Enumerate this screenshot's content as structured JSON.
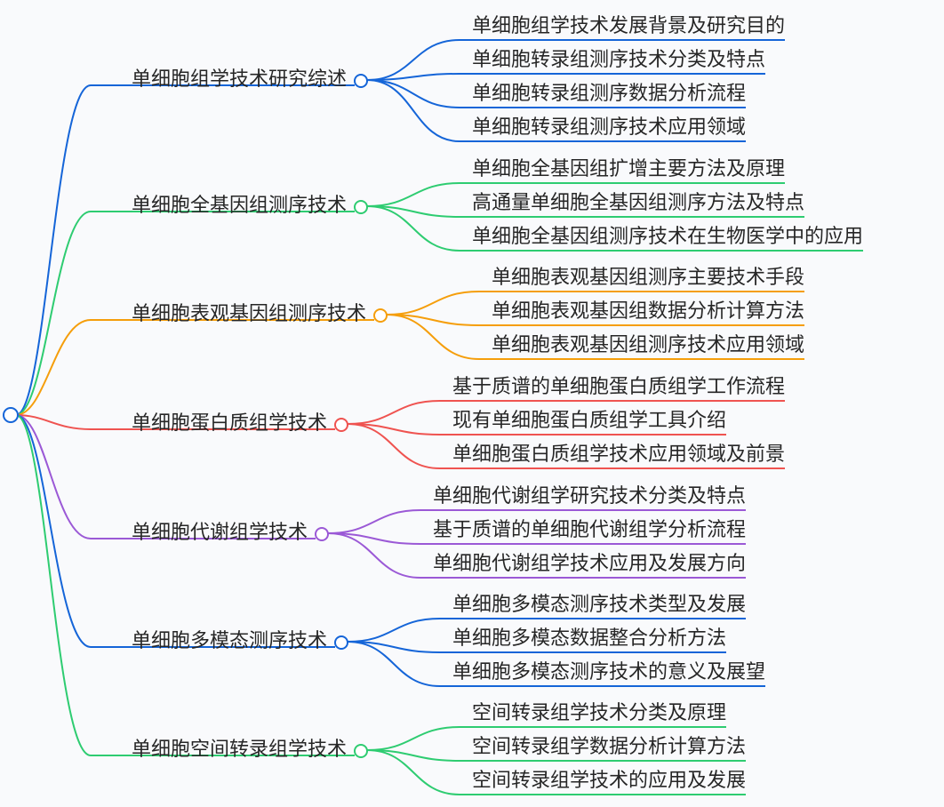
{
  "mindmap": {
    "root": {
      "label": ""
    },
    "branches": [
      {
        "label": "单细胞组学技术研究综述",
        "color": "#1565d8",
        "children": [
          "单细胞组学技术发展背景及研究目的",
          "单细胞转录组测序技术分类及特点",
          "单细胞转录组测序数据分析流程",
          "单细胞转录组测序技术应用领域"
        ]
      },
      {
        "label": "单细胞全基因组测序技术",
        "color": "#2ecc71",
        "children": [
          "单细胞全基因组扩增主要方法及原理",
          "高通量单细胞全基因组测序方法及特点",
          "单细胞全基因组测序技术在生物医学中的应用"
        ]
      },
      {
        "label": "单细胞表观基因组测序技术",
        "color": "#f59e0b",
        "children": [
          "单细胞表观基因组测序主要技术手段",
          "单细胞表观基因组数据分析计算方法",
          "单细胞表观基因组测序技术应用领域"
        ]
      },
      {
        "label": "单细胞蛋白质组学技术",
        "color": "#ef5350",
        "children": [
          "基于质谱的单细胞蛋白质组学工作流程",
          "现有单细胞蛋白质组学工具介绍",
          "单细胞蛋白质组学技术应用领域及前景"
        ]
      },
      {
        "label": "单细胞代谢组学技术",
        "color": "#9b59d6",
        "children": [
          "单细胞代谢组学研究技术分类及特点",
          "基于质谱的单细胞代谢组学分析流程",
          "单细胞代谢组学技术应用及发展方向"
        ]
      },
      {
        "label": "单细胞多模态测序技术",
        "color": "#1565d8",
        "children": [
          "单细胞多模态测序技术类型及发展",
          "单细胞多模态数据整合分析方法",
          "单细胞多模态测序技术的意义及展望"
        ]
      },
      {
        "label": "单细胞空间转录组学技术",
        "color": "#2ecc71",
        "children": [
          "空间转录组学技术分类及原理",
          "空间转录组学数据分析计算方法",
          "空间转录组学技术的应用及发展"
        ]
      }
    ]
  }
}
